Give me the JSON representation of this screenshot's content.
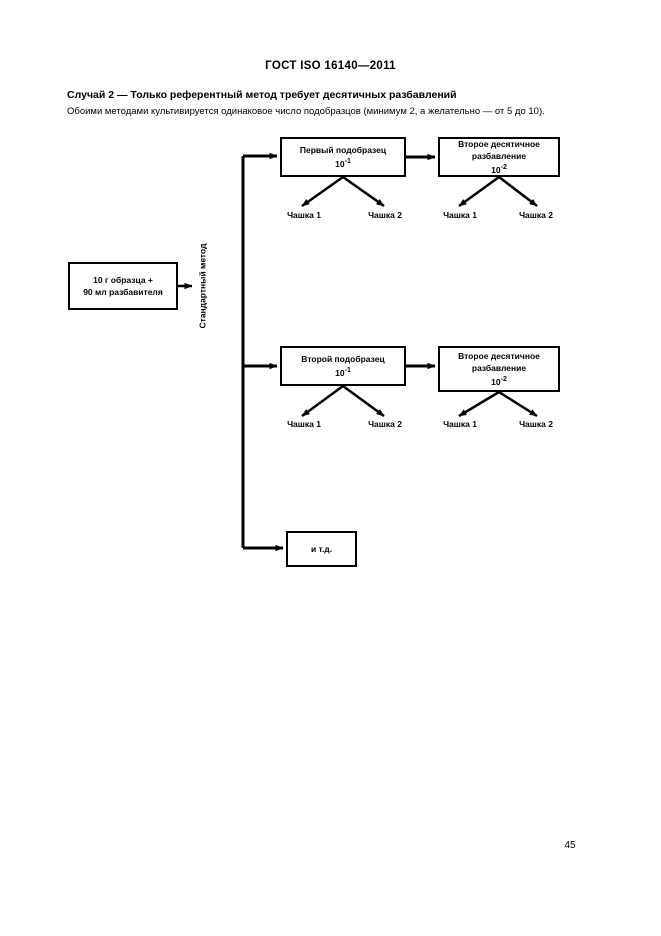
{
  "document": {
    "header": "ГОСТ ISO 16140—2011",
    "page_number": "45"
  },
  "caption": {
    "title": "Случай 2  — Только референтный метод требует десятичных разбавлений",
    "subtitle": "Обоими методами культивируется одинаковое число подобразцов (минимум 2, а желательно — от 5 до 10)."
  },
  "diagram": {
    "sample_box": {
      "line1": "10 г образца +",
      "line2": "90 мл разбавителя"
    },
    "method_label": "Стандартный метод",
    "rows": [
      {
        "subsample": {
          "line1": "Первый подобразец",
          "line2": "10",
          "exponent": "-1"
        },
        "dilution": {
          "line1": "Второе десятичное",
          "line2": "разбавление",
          "line3": "10",
          "exponent": "-2"
        },
        "dishes": [
          "Чашка 1",
          "Чашка 2",
          "Чашка 1",
          "Чашка 2"
        ]
      },
      {
        "subsample": {
          "line1": "Второй подобразец",
          "line2": "10",
          "exponent": "-1"
        },
        "dilution": {
          "line1": "Второе десятичное",
          "line2": "разбавление",
          "line3": "10",
          "exponent": "-2"
        },
        "dishes": [
          "Чашка 1",
          "Чашка 2",
          "Чашка 1",
          "Чашка 2"
        ]
      }
    ],
    "etc_box": "и т.д.",
    "colors": {
      "line": "#000000",
      "background": "#ffffff"
    }
  }
}
